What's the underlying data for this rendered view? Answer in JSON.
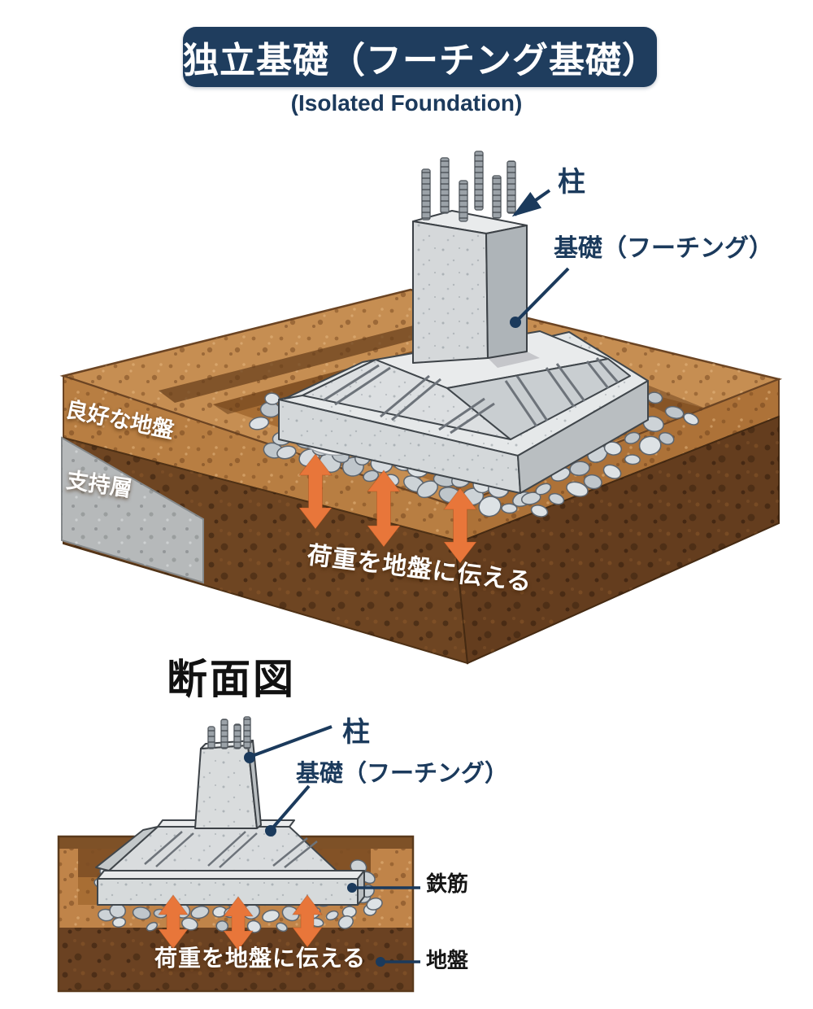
{
  "title": {
    "banner": "独立基礎（フーチング基礎）",
    "subtitle": "(Isolated Foundation)"
  },
  "perspective_view": {
    "labels": {
      "column": "柱",
      "footing": "基礎（フーチング）",
      "good_ground": "良好な地盤",
      "bearing_layer": "支持層",
      "load_transfer": "荷重を地盤に伝える"
    }
  },
  "cross_section": {
    "heading": "断面図",
    "labels": {
      "column": "柱",
      "footing": "基礎（フーチング）",
      "rebar": "鉄筋",
      "ground": "地盤",
      "load_transfer": "荷重を地盤に伝える"
    }
  },
  "colors": {
    "banner_navy": "#1f3d5e",
    "label_navy": "#1b3a5c",
    "arrow_orange": "#e8763a",
    "topsoil_tan": "#c08449",
    "subsoil_brown": "#6b4222",
    "recess_brown": "#a86e34",
    "bearing_gray": "#b6b9ba",
    "concrete_gray": "#d6dadb",
    "stone_gray": "#cdd3d7"
  }
}
